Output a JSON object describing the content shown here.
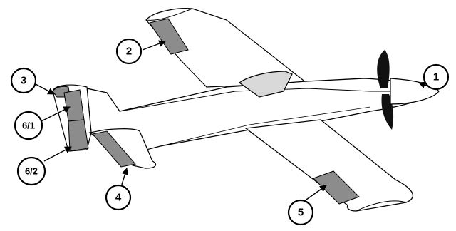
{
  "colors": {
    "outline": "#000000",
    "fill": "#ffffff",
    "canopy": "#d9d9d9",
    "control_surface": "#8c8c8c",
    "propeller": "#111111"
  },
  "callouts": [
    {
      "id": "1",
      "label": "1",
      "target": "propeller-spinner"
    },
    {
      "id": "2",
      "label": "2",
      "target": "left-aileron"
    },
    {
      "id": "3",
      "label": "3",
      "target": "rudder-top"
    },
    {
      "id": "6-1",
      "label": "6/1",
      "target": "rudder-upper"
    },
    {
      "id": "6-2",
      "label": "6/2",
      "target": "rudder-lower"
    },
    {
      "id": "4",
      "label": "4",
      "target": "elevator"
    },
    {
      "id": "5",
      "label": "5",
      "target": "right-aileron"
    }
  ]
}
